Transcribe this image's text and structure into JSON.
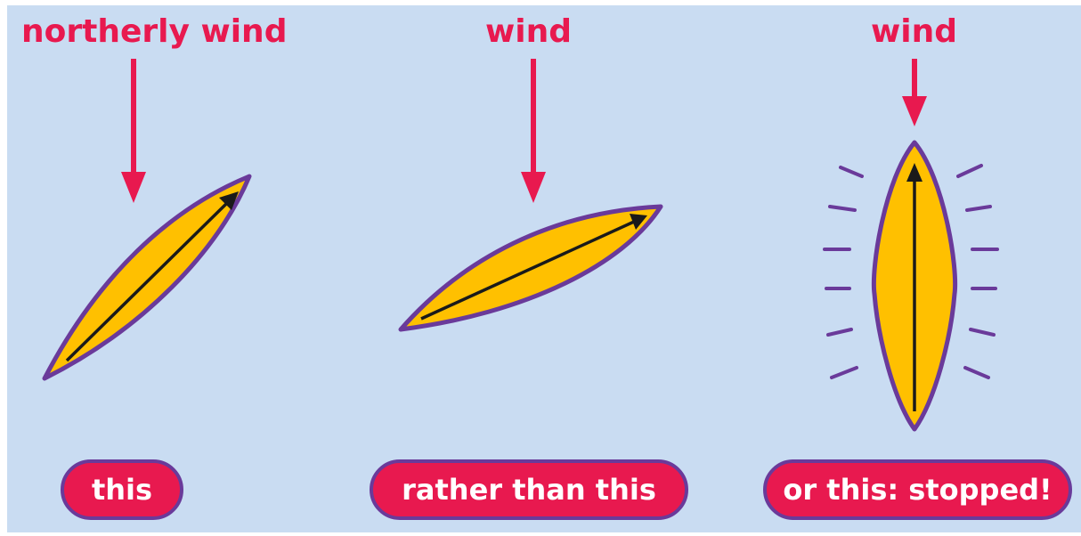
{
  "colors": {
    "background": "#c9dcf2",
    "accent": "#e8194f",
    "sail_fill": "#ffc000",
    "outline": "#6a3a9a",
    "heading_arrow": "#1a1a1a",
    "pill_text": "#ffffff"
  },
  "panels": [
    {
      "wind_label": "northerly wind",
      "caption": "this"
    },
    {
      "wind_label": "wind",
      "caption": "rather than this"
    },
    {
      "wind_label": "wind",
      "caption": "or this: stopped!"
    }
  ]
}
